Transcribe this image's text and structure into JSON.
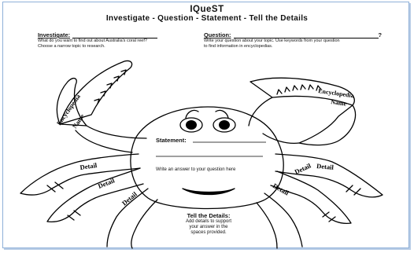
{
  "header": {
    "title": "IQueST",
    "subtitle": "Investigate - Question - Statement - Tell the Details"
  },
  "investigate": {
    "label": "Investigate:",
    "prompt_line1": "What do you want to find out about Australia's coral reef?",
    "prompt_line2": "Choose a narrow topic to research."
  },
  "question": {
    "label": "Question:",
    "end_mark": "?",
    "prompt_line1": "Write your question about your topic. Use keywords from your question",
    "prompt_line2": "to find information in encyclopedias."
  },
  "claws": {
    "left_label_line1": "Encyclopedia",
    "left_label_line2": "Name",
    "right_label_line1": "Encyclopedia",
    "right_label_line2": "Name"
  },
  "statement": {
    "label": "Statement:",
    "instruction": "Write an answer to your question here"
  },
  "legs": {
    "detail_label": "Detail"
  },
  "tell_details": {
    "label": "Tell the Details:",
    "line1": "Add details to support",
    "line2": "your answer in the",
    "line3": "spaces provided."
  }
}
